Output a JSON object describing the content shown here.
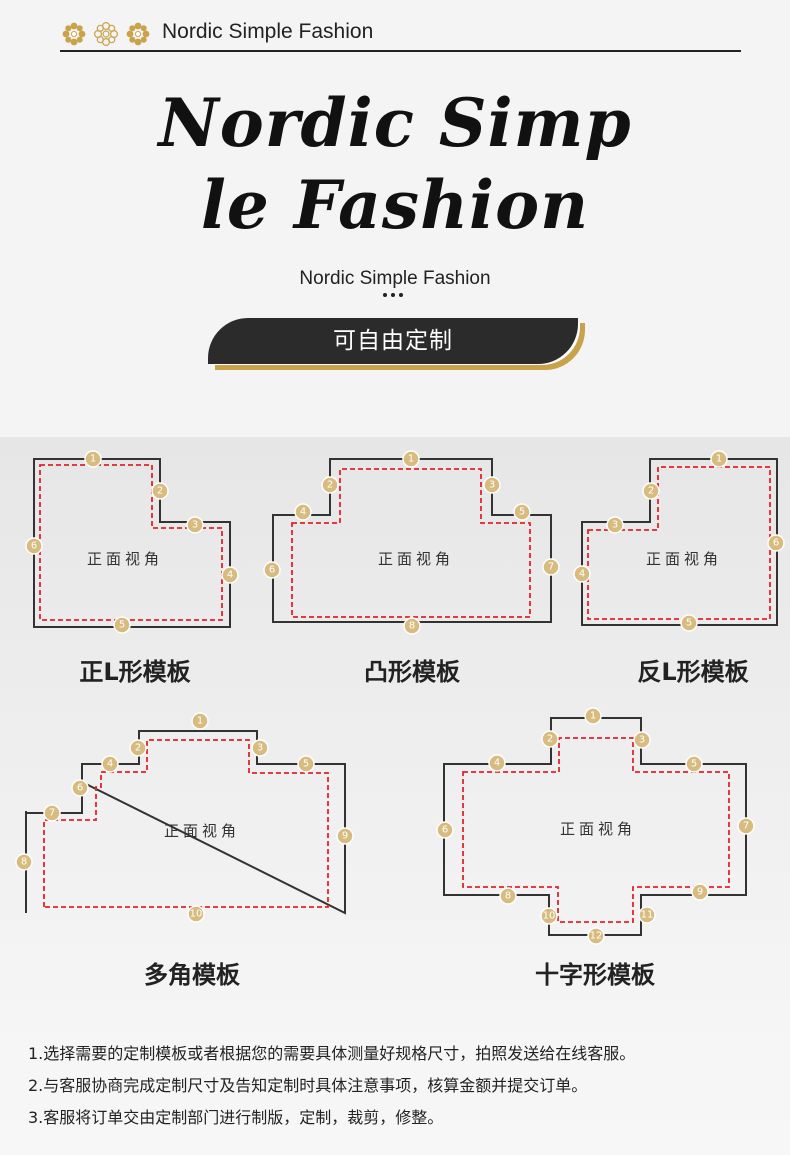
{
  "header": {
    "brand_small": "Nordic Simple Fashion",
    "script_title_line1": "Nordic Simp",
    "script_title_line2": "le Fashion",
    "subtitle": "Nordic Simple Fashion",
    "banner_text": "可自由定制",
    "accent_color": "#c9a24a"
  },
  "templates": {
    "view_label": "正面视角",
    "items": [
      {
        "name": "正L形模板"
      },
      {
        "name": "凸形模板"
      },
      {
        "name": "反L形模板"
      },
      {
        "name": "多角模板"
      },
      {
        "name": "十字形模板"
      }
    ]
  },
  "notes": [
    "1.选择需要的定制模板或者根据您的需要具体测量好规格尺寸，拍照发送给在线客服。",
    "2.与客服协商完成定制尺寸及告知定制时具体注意事项，核算金额并提交订单。",
    "3.客服将订单交由定制部门进行制版，定制，裁剪，修整。"
  ]
}
